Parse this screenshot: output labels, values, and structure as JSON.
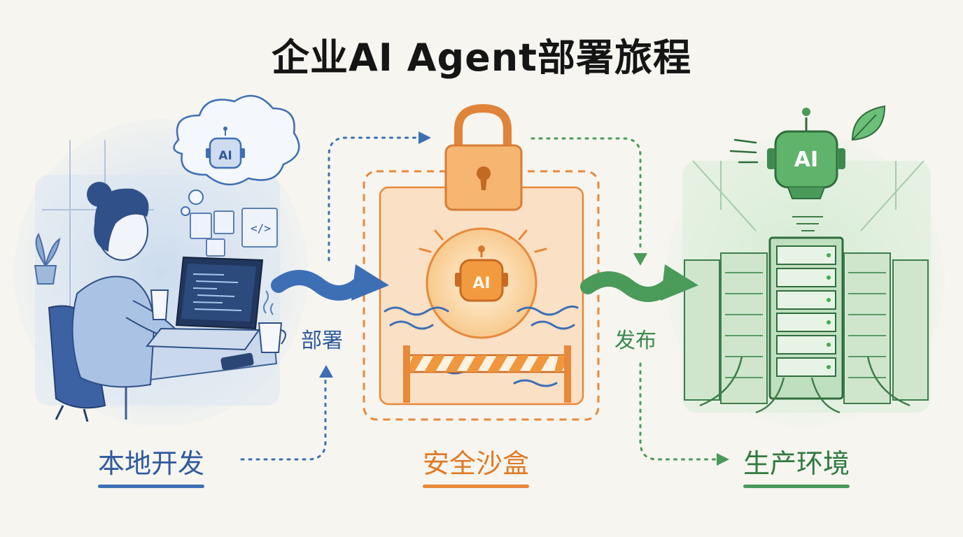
{
  "title": "企业AI Agent部署旅程",
  "stages": [
    {
      "label": "本地开发",
      "color": "#2f5a9e",
      "icon": "developer-laptop-illustration",
      "bubble_text": "AI"
    },
    {
      "label": "安全沙盒",
      "color": "#e8893a",
      "icon": "lock-sandbox-illustration",
      "badge_text": "AI"
    },
    {
      "label": "生产环境",
      "color": "#3e8a4e",
      "icon": "server-rack-illustration",
      "badge_text": "AI"
    }
  ],
  "arrows": {
    "deploy_label": "部署",
    "release_label": "发布"
  },
  "colors": {
    "blue": "#3d6fb5",
    "orange": "#e8893a",
    "green": "#4a9a5a",
    "text": "#151515"
  }
}
